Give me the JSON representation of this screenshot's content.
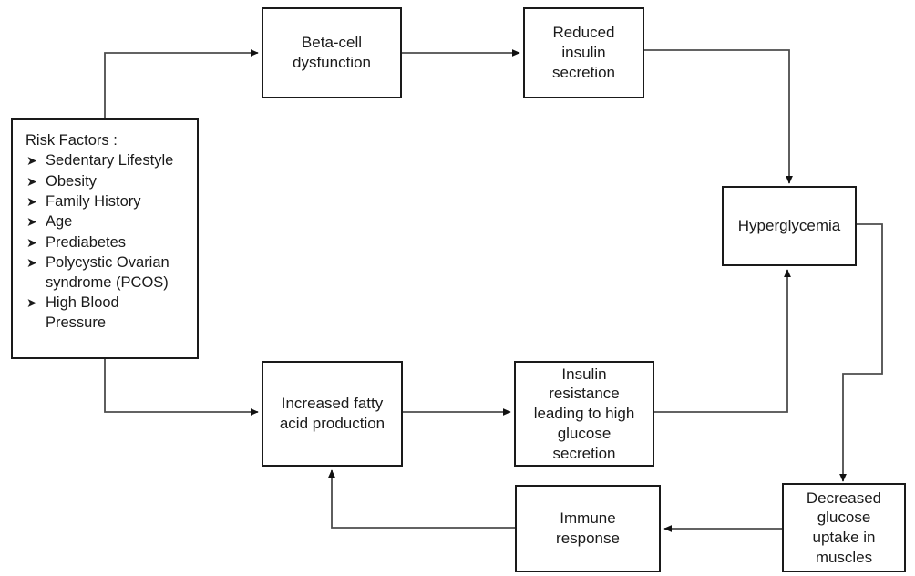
{
  "diagram": {
    "title": "Type 2 diabetes pathophysiology flowchart",
    "stroke_color": "#1a1a1a",
    "connector_color": "#4d4d4d",
    "background": "#ffffff",
    "bullet_glyph": "➤",
    "nodes": [
      {
        "id": "risk-factors",
        "name": "risk-factors-box",
        "title": "Risk Factors :",
        "items": [
          "Sedentary Lifestyle",
          "Obesity",
          "Family History",
          "Age",
          "Prediabetes",
          "Polycystic Ovarian\nsyndrome (PCOS)",
          "High Blood\nPressure"
        ]
      },
      {
        "id": "beta-cell",
        "name": "beta-cell-dysfunction-box",
        "label": "Beta-cell\ndysfunction"
      },
      {
        "id": "reduced-insulin",
        "name": "reduced-insulin-secretion-box",
        "label": "Reduced\ninsulin\nsecretion"
      },
      {
        "id": "hyperglycemia",
        "name": "hyperglycemia-box",
        "label": "Hyperglycemia"
      },
      {
        "id": "fatty-acid",
        "name": "increased-fatty-acid-production-box",
        "label": "Increased fatty\nacid production"
      },
      {
        "id": "insulin-resistance",
        "name": "insulin-resistance-box",
        "label": "Insulin\nresistance\nleading to high\nglucose\nsecretion"
      },
      {
        "id": "immune-response",
        "name": "immune-response-box",
        "label": "Immune\nresponse"
      },
      {
        "id": "decreased-uptake",
        "name": "decreased-glucose-uptake-box",
        "label": "Decreased\nglucose\nuptake in\nmuscles"
      }
    ],
    "edges": [
      {
        "from": "risk-factors",
        "to": "beta-cell"
      },
      {
        "from": "beta-cell",
        "to": "reduced-insulin"
      },
      {
        "from": "reduced-insulin",
        "to": "hyperglycemia"
      },
      {
        "from": "risk-factors",
        "to": "fatty-acid"
      },
      {
        "from": "fatty-acid",
        "to": "insulin-resistance"
      },
      {
        "from": "insulin-resistance",
        "to": "hyperglycemia"
      },
      {
        "from": "hyperglycemia",
        "to": "decreased-uptake"
      },
      {
        "from": "decreased-uptake",
        "to": "immune-response"
      },
      {
        "from": "immune-response",
        "to": "fatty-acid"
      }
    ]
  }
}
